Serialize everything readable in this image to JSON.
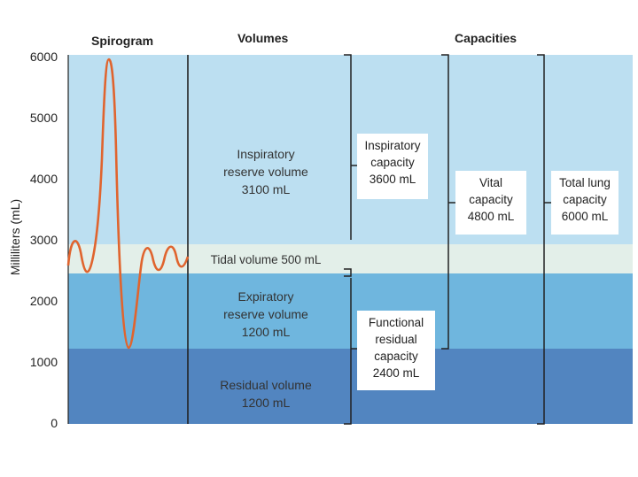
{
  "headers": {
    "spirogram": "Spirogram",
    "volumes": "Volumes",
    "capacities": "Capacities"
  },
  "axis": {
    "ylabel": "Milliliters (mL)",
    "ticks": [
      "0",
      "1000",
      "2000",
      "3000",
      "4000",
      "5000",
      "6000"
    ],
    "ymin": 0,
    "ymax": 6000
  },
  "volumes": {
    "irv": {
      "line1": "Inspiratory",
      "line2": "reserve volume",
      "line3": "3100 mL"
    },
    "tidal": "Tidal volume 500 mL",
    "erv": {
      "line1": "Expiratory",
      "line2": "reserve volume",
      "line3": "1200 mL"
    },
    "residual": {
      "line1": "Residual volume",
      "line2": "1200 mL"
    }
  },
  "capacities": {
    "inspiratory": {
      "line1": "Inspiratory",
      "line2": "capacity",
      "line3": "3600 mL"
    },
    "frc": {
      "line1": "Functional",
      "line2": "residual",
      "line3": "capacity",
      "line4": "2400 mL"
    },
    "vital": {
      "line1": "Vital",
      "line2": "capacity",
      "line3": "4800 mL"
    },
    "tlc": {
      "line1": "Total lung",
      "line2": "capacity",
      "line3": "6000 mL"
    }
  },
  "colors": {
    "irv": "#bcdff1",
    "tidal": "#e3efe9",
    "erv": "#6fb6de",
    "residual": "#5285c0",
    "spirogram_line": "#e0642e",
    "divider": "#222222"
  }
}
